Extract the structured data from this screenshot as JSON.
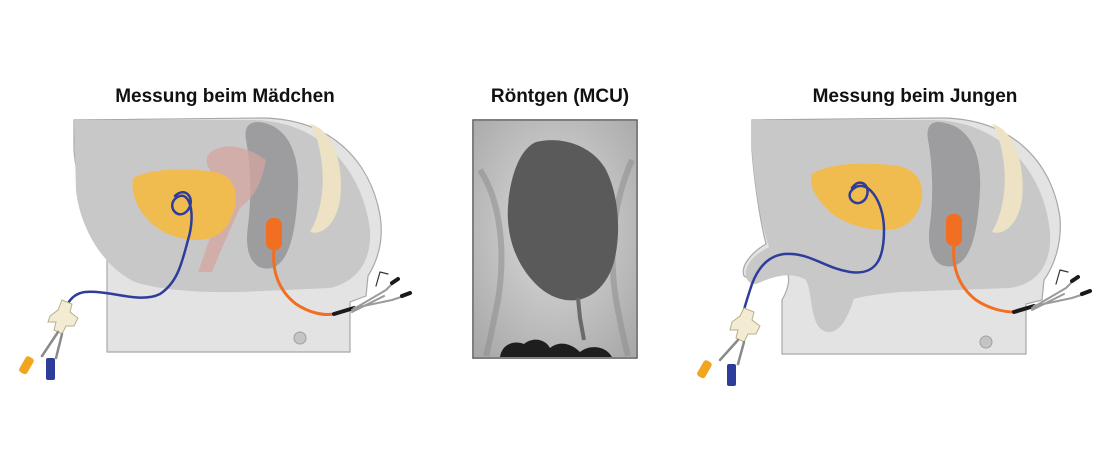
{
  "panels": {
    "girl": {
      "title": "Messung beim Mädchen",
      "icon": "female-pelvis-catheter-illustration"
    },
    "xray": {
      "title": "Röntgen (MCU)",
      "icon": "voiding-cystourethrogram-xray"
    },
    "boy": {
      "title": "Messung beim Jungen",
      "icon": "male-pelvis-catheter-illustration"
    }
  },
  "colors": {
    "body_outer": "#e3e3e3",
    "body_inner": "#c8c8c9",
    "bladder": "#f1bc4f",
    "uterus": "#d6a6a0",
    "rectum": "#9d9d9f",
    "spine": "#eee2c4",
    "bladder_catheter": "#2e3d9a",
    "rectal_catheter": "#f26e22",
    "xray_background": "#c9c9c9",
    "xray_bladder": "#5a5a5a"
  }
}
